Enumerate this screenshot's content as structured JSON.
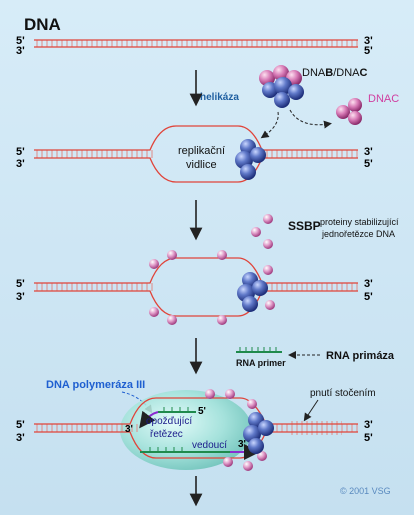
{
  "title": "DNA",
  "strand_end_labels": {
    "five": "5'",
    "three": "3'"
  },
  "helicase_complex": {
    "label_prefix": "DNA",
    "label_bold_b": "B",
    "label_sep": "/DNA",
    "label_bold_c": "C"
  },
  "labels": {
    "helicase": "helikáza",
    "dnac": "DNAC",
    "replication_fork_line1": "replikační",
    "replication_fork_line2": "vidlice",
    "ssbp": "SSBP",
    "ssbp_desc_line1": "proteiny stabilizující",
    "ssbp_desc_line2": "jednořetězce DNA",
    "rna_primer": "RNA primer",
    "rna_primase": "RNA primáza",
    "dna_polymerase": "DNA polymeráza III",
    "supercoiling": "pnutí stočením",
    "lagging_line1": "opožďující",
    "lagging_line2": "řetězec",
    "leading": "vedoucí",
    "copyright": "© 2001 VSG"
  },
  "colors": {
    "strand": "#e0443a",
    "rungs": "#e08a86",
    "helicase": "#4a5fa8",
    "dnac_protein": "#d86aa8",
    "ssbp_protein": "#c45a9c",
    "primer": "#1f8a4c",
    "lagging_arrow": "#8a2bd0",
    "polymerase_label": "#1f5fd0",
    "polymerase_body": "#8fd8d0"
  }
}
